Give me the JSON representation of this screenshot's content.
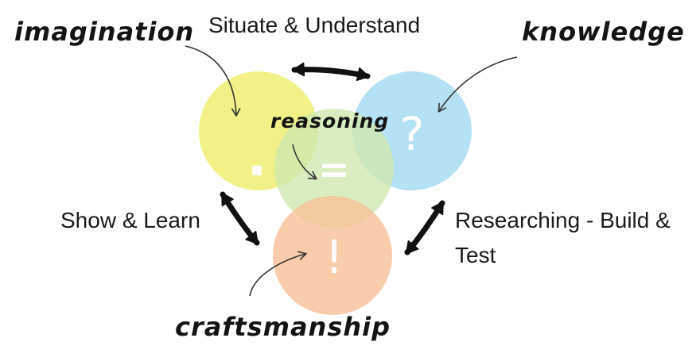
{
  "circles": {
    "imagination": {
      "color": "#f0f07a",
      "symbol": "."
    },
    "knowledge": {
      "color": "#a7dcf2",
      "symbol": "?"
    },
    "reasoning": {
      "color": "#cfe8b0",
      "symbol": "="
    },
    "craftsmanship": {
      "color": "#f7c197",
      "symbol": "!"
    }
  },
  "handwritten": {
    "imagination": "imagination",
    "knowledge": "knowledge",
    "reasoning": "reasoning",
    "craftsmanship": "craftsmanship"
  },
  "processes": {
    "top": "Situate & Understand",
    "left": "Show & Learn",
    "right_line1": "Researching - Build &",
    "right_line2": "Test"
  }
}
